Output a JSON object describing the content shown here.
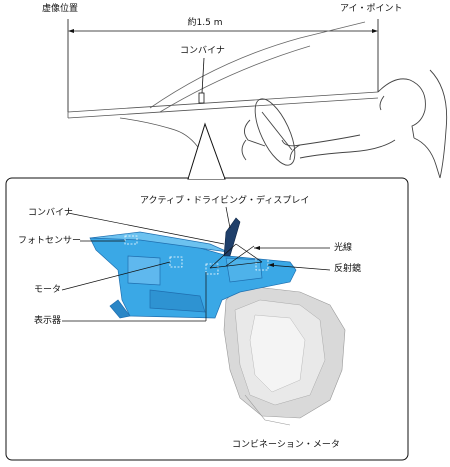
{
  "top_view": {
    "virtual_image_position": "虚像位置",
    "eye_point": "アイ・ポイント",
    "distance": "約1.5 m",
    "combiner": "コンバイナ"
  },
  "detail_view": {
    "title": "アクティブ・ドライビング・ディスプレイ",
    "combiner": "コンバイナ",
    "photo_sensor": "フォトセンサー",
    "motor": "モータ",
    "display_unit": "表示器",
    "light_ray": "光線",
    "reflector_mirror": "反射鏡",
    "combination_meter": "コンビネーション・メータ"
  },
  "colors": {
    "unit_blue": "#3aa8e6",
    "unit_blue_dark": "#1f6fb0",
    "meter_gray": "#d9d9d9"
  }
}
